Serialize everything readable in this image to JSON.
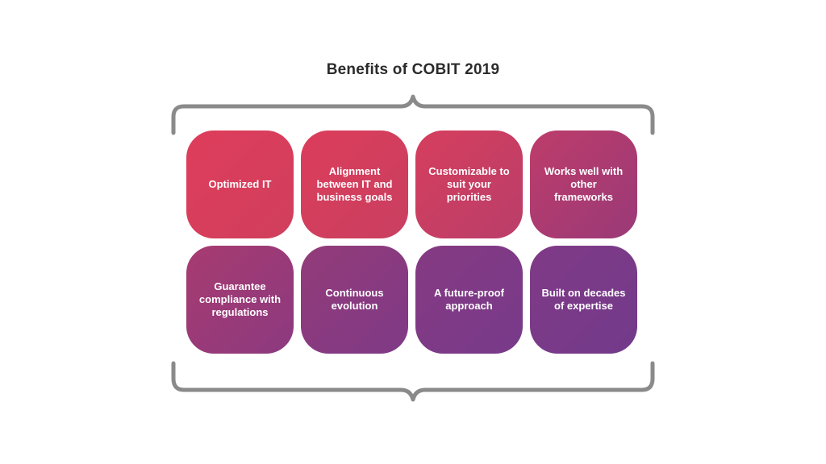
{
  "title": "Benefits of COBIT 2019",
  "colors": {
    "brace": "#8a8a8a",
    "title": "#2b2b2b",
    "gradient_start": "#dc3e5c",
    "gradient_end": "#7a3a8a"
  },
  "cards": [
    {
      "label": "Optimized IT",
      "from": "#de3d5b",
      "to": "#d03f5d"
    },
    {
      "label": "Alignment between IT and business goals",
      "from": "#dc3d5b",
      "to": "#c93f60"
    },
    {
      "label": "Customizable to suit your priorities",
      "from": "#d63e5d",
      "to": "#b93e6a"
    },
    {
      "label": "Works well with other frameworks",
      "from": "#bd3c6a",
      "to": "#9a3a78"
    },
    {
      "label": "Guarantee compliance with regulations",
      "from": "#a73b70",
      "to": "#8c3a80"
    },
    {
      "label": "Continuous evolution",
      "from": "#933b79",
      "to": "#7f3a86"
    },
    {
      "label": "A future-proof approach",
      "from": "#863a82",
      "to": "#773a8a"
    },
    {
      "label": "Built on decades of expertise",
      "from": "#7f3a86",
      "to": "#733a8b"
    }
  ]
}
